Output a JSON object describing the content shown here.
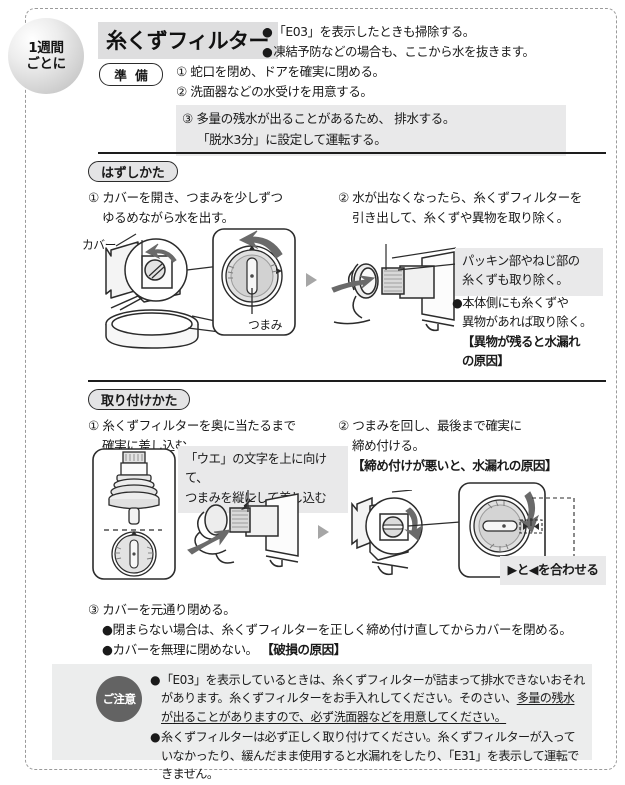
{
  "frequency_badge": {
    "line1": "1週間",
    "line2": "ごとに"
  },
  "header": {
    "title": "糸くずフィルター",
    "notes": [
      "「E03」を表示したときも掃除する。",
      "凍結予防などの場合も、ここから水を抜きます。"
    ],
    "prep_label": "準 備",
    "prep_items": [
      "① 蛇口を閉め、ドアを確実に閉める。",
      "② 洗面器などの水受けを用意する。"
    ],
    "prep_item3_line1": "③ 多量の残水が出ることがあるため、 排水する。",
    "prep_item3_line2": "「脱水3分」に設定して運転する。"
  },
  "removal": {
    "section_label": "はずしかた",
    "step1_line1": "① カバーを開き、つまみを少しずつ",
    "step1_line2": "ゆるめながら水を出す。",
    "step2_line1": "② 水が出なくなったら、糸くずフィルターを",
    "step2_line2": "引き出して、糸くずや異物を取り除く。",
    "label_cover": "カバー",
    "label_knob": "つまみ",
    "note_gray_line1": "パッキン部やねじ部の",
    "note_gray_line2": "糸くずも取り除く。",
    "note_bullet_line1": "本体側にも糸くずや",
    "note_bullet_line2": "異物があれば取り除く。",
    "note_bullet_line3": "【異物が残ると水漏れ",
    "note_bullet_line4": "の原因】"
  },
  "install": {
    "section_label": "取り付けかた",
    "step1_line1": "① 糸くずフィルターを奥に当たるまで",
    "step1_line2": "確実に差し込む。",
    "step2_line1": "② つまみを回し、最後まで確実に",
    "step2_line2": "締め付ける。",
    "step2_line3": "【締め付けが悪いと、水漏れの原因】",
    "note_gray_line1": "「ウエ」の文字を上に向けて、",
    "note_gray_line2": "つまみを縦にして差し込む",
    "filter_mark": "ウエ",
    "align_note": "▶と◀を合わせる",
    "step3_line1": "③ カバーを元通り閉める。",
    "step3_bullet1": "閉まらない場合は、糸くずフィルターを正しく締め付け直してからカバーを閉める。",
    "step3_bullet2_a": "カバーを無理に閉めない。 ",
    "step3_bullet2_b": "【破損の原因】"
  },
  "caution": {
    "badge": "ご注意",
    "item1_a": "「E03」を表示しているときは、糸くずフィルターが詰まって排水できないおそれ",
    "item1_b": "があります。糸くずフィルターをお手入れしてください。そのさい、",
    "item1_c": "多量の残水が",
    "item1_d": "出ることがありますので、必ず洗面器などを用意してください。",
    "item2_a": "糸くずフィルターは必ず正しく取り付けてください。糸くずフィルターが入って",
    "item2_b": "いなかったり、緩んだまま使用すると水漏れをしたり、「E31」を表示して運転でき",
    "item2_c": "ません。"
  },
  "colors": {
    "band_gray": "#dededf",
    "note_gray": "#e9e9ea",
    "caution_gray": "#eceded",
    "badge_gray": "#636363",
    "ink": "#1a1a1a"
  }
}
